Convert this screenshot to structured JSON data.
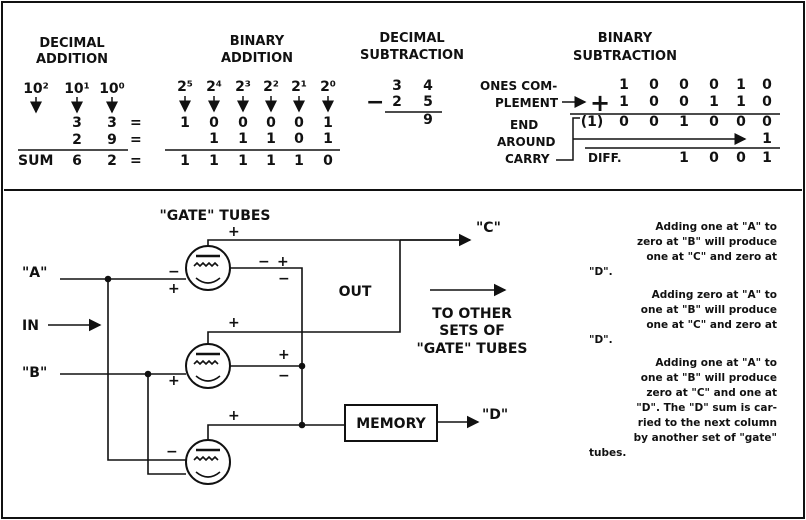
{
  "decimal_addition": {
    "title_1": "DECIMAL",
    "title_2": "ADDITION",
    "powers": [
      "10²",
      "10¹",
      "10⁰"
    ],
    "row1": [
      "3",
      "3"
    ],
    "row2": [
      "2",
      "9"
    ],
    "sum_label": "SUM",
    "sum": [
      "6",
      "2"
    ],
    "equals": "="
  },
  "binary_addition": {
    "title_1": "BINARY",
    "title_2": "ADDITION",
    "powers": [
      "2⁵",
      "2⁴",
      "2³",
      "2²",
      "2¹",
      "2⁰"
    ],
    "row1": [
      "1",
      "0",
      "0",
      "0",
      "0",
      "1"
    ],
    "row2": [
      "1",
      "1",
      "1",
      "0",
      "1"
    ],
    "sum": [
      "1",
      "1",
      "1",
      "1",
      "1",
      "0"
    ]
  },
  "decimal_subtraction": {
    "title_1": "DECIMAL",
    "title_2": "SUBTRACTION",
    "row1": [
      "3",
      "4"
    ],
    "minus": "−",
    "row2": [
      "2",
      "5"
    ],
    "result": "9"
  },
  "binary_subtraction": {
    "title_1": "BINARY",
    "title_2": "SUBTRACTION",
    "ones_comp_1": "ONES COM-",
    "ones_comp_2": "PLEMENT",
    "plus": "+",
    "row1": [
      "1",
      "0",
      "0",
      "0",
      "1",
      "0"
    ],
    "row2": [
      "1",
      "0",
      "0",
      "1",
      "1",
      "0"
    ],
    "carry_bit": "(1)",
    "row3": [
      "0",
      "0",
      "1",
      "0",
      "0",
      "0"
    ],
    "end_around_1": "END",
    "end_around_2": "AROUND",
    "end_around_3": "CARRY",
    "carry_add": "1",
    "diff_label": "DIFF.",
    "diff": [
      "1",
      "0",
      "0",
      "1"
    ]
  },
  "circuit": {
    "gate_tubes_label": "\"GATE\" TUBES",
    "input_a": "\"A\"",
    "input_in": "IN",
    "input_b": "\"B\"",
    "output_c": "\"C\"",
    "output_d": "\"D\"",
    "out_label": "OUT",
    "memory_label": "MEMORY",
    "to_other_1": "TO OTHER",
    "to_other_2": "SETS OF",
    "to_other_3": "\"GATE\" TUBES",
    "plus": "+",
    "minus": "−"
  },
  "notes": {
    "lines": [
      "Adding one at \"A\" to",
      "zero at \"B\" will produce",
      "one at \"C\" and zero at",
      "\"D\".",
      "Adding zero at \"A\" to",
      "one at \"B\" will produce",
      "one at \"C\" and zero at",
      "\"D\".",
      "Adding one at \"A\" to",
      "one at \"B\" will produce",
      "zero at \"C\" and one at",
      "\"D\". The \"D\" sum is car-",
      "ried to the next column",
      "by another set of \"gate\"",
      "tubes."
    ]
  }
}
